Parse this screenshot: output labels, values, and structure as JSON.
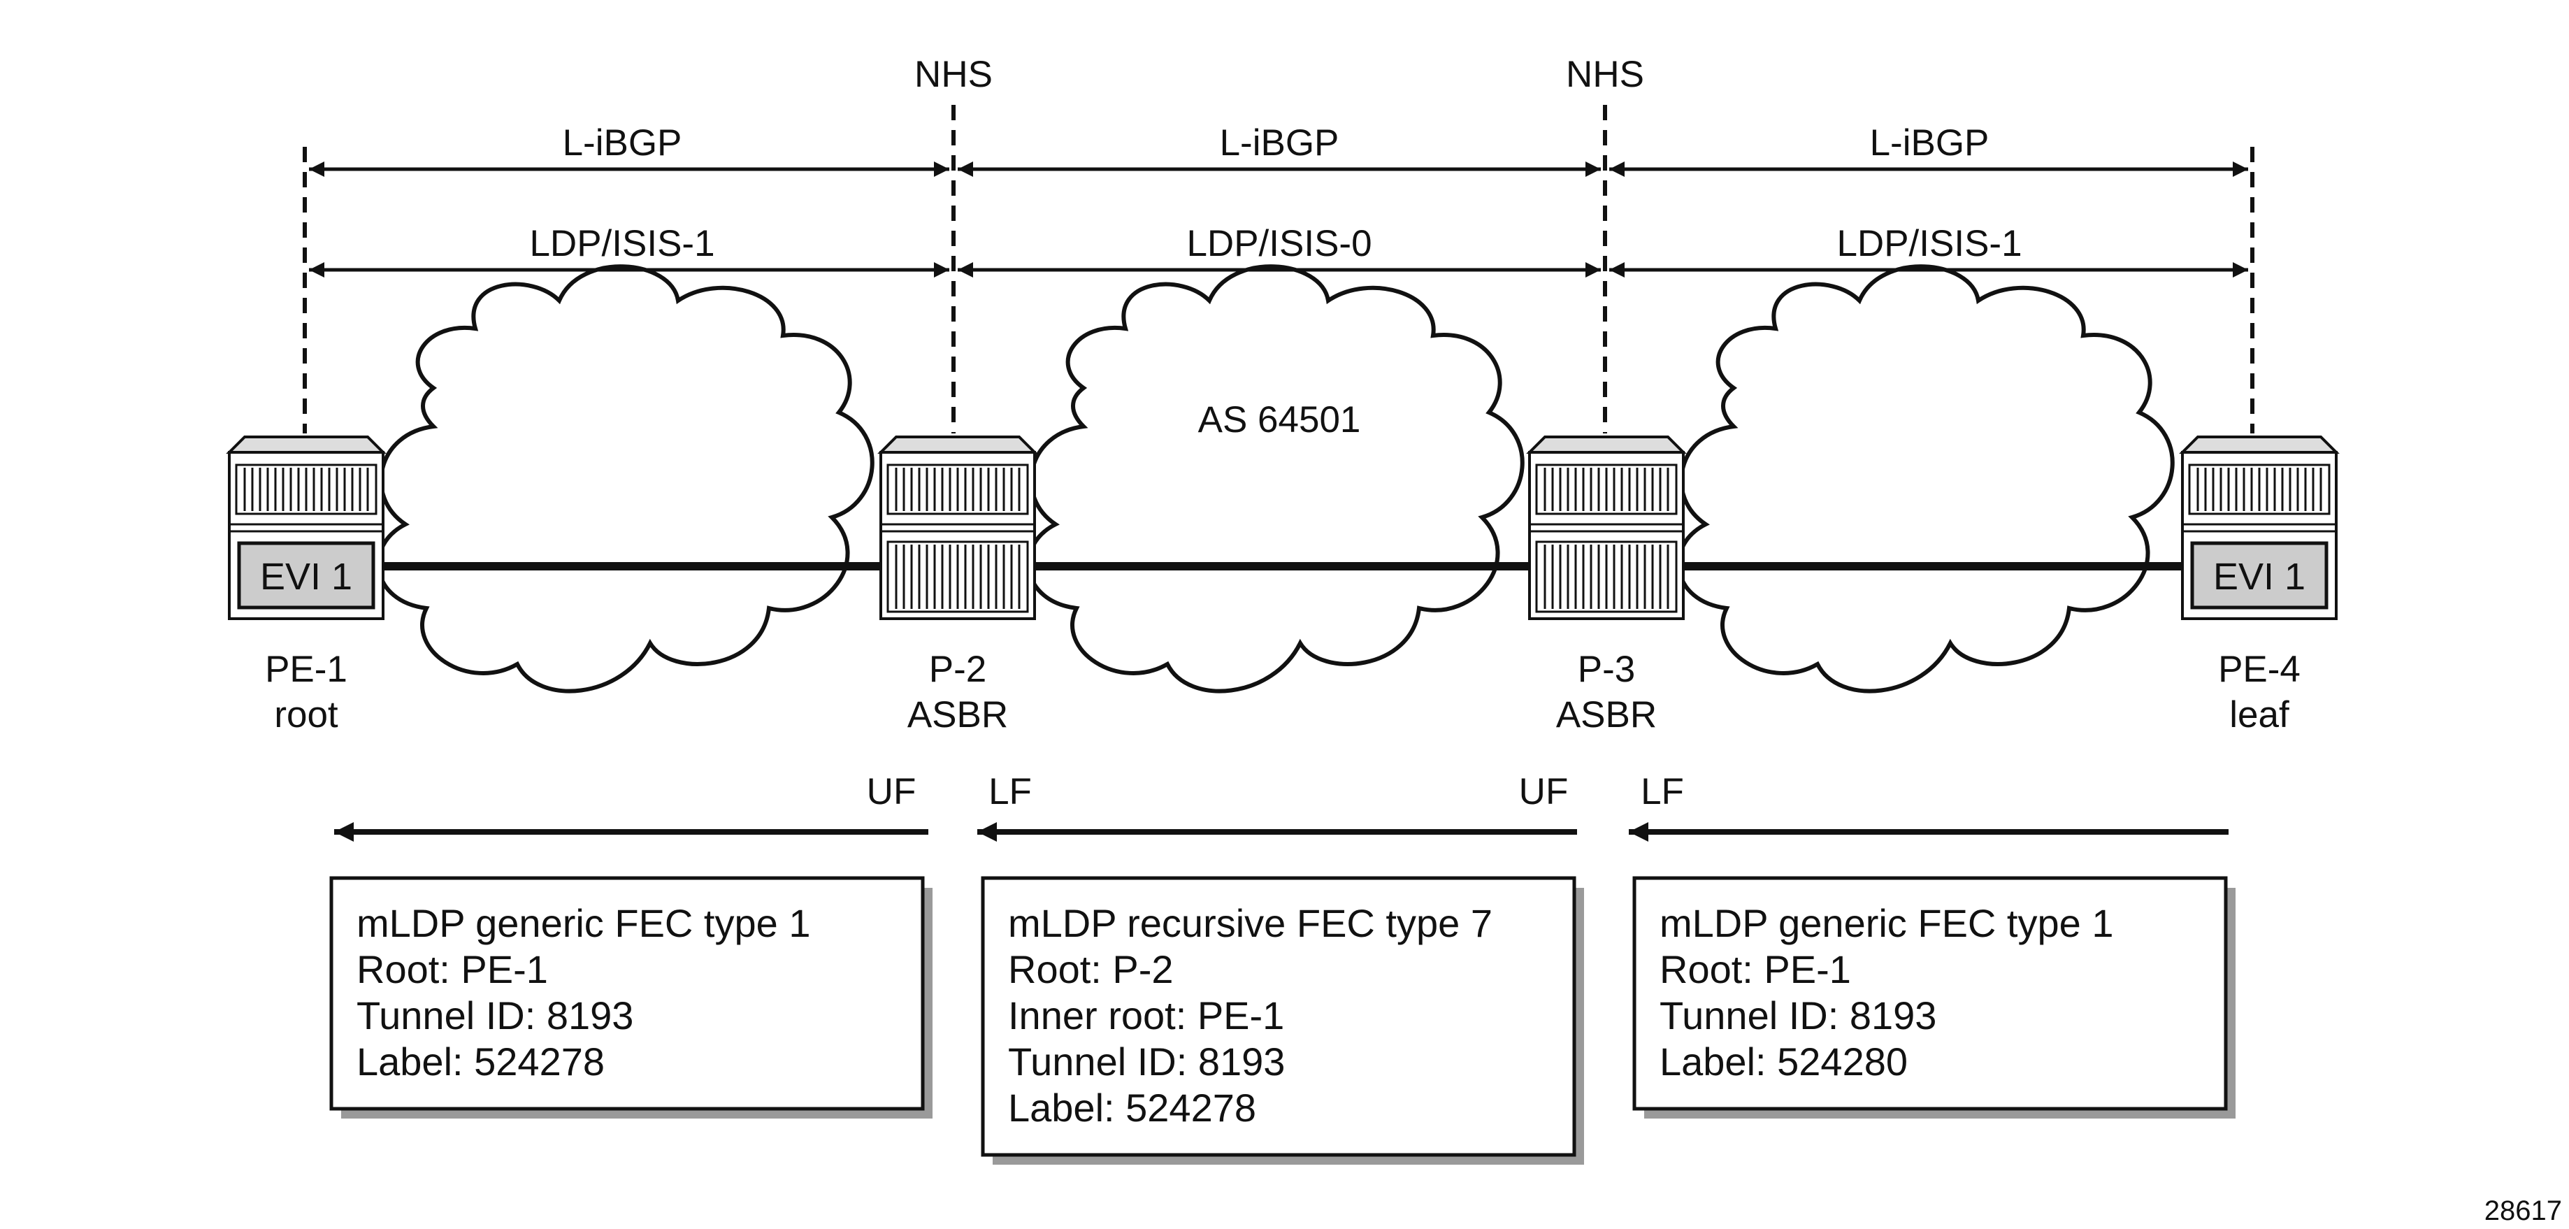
{
  "nhs_labels": [
    "NHS",
    "NHS"
  ],
  "segments": [
    {
      "bgp": "L-iBGP",
      "igp": "LDP/ISIS-1"
    },
    {
      "bgp": "L-iBGP",
      "igp": "LDP/ISIS-0"
    },
    {
      "bgp": "L-iBGP",
      "igp": "LDP/ISIS-1"
    }
  ],
  "as_label": "AS 64501",
  "nodes": [
    {
      "name": "PE-1",
      "role": "root",
      "evi": "EVI 1"
    },
    {
      "name": "P-2",
      "role": "ASBR"
    },
    {
      "name": "P-3",
      "role": "ASBR"
    },
    {
      "name": "PE-4",
      "role": "leaf",
      "evi": "EVI 1"
    }
  ],
  "flow_labels": {
    "p2_upstream": "UF",
    "p2_downstream": "LF",
    "p3_upstream": "UF",
    "p3_downstream": "LF"
  },
  "fec_boxes": [
    {
      "lines": [
        "mLDP generic FEC type 1",
        "Root: PE-1",
        "Tunnel ID: 8193",
        "Label: 524278"
      ]
    },
    {
      "lines": [
        "mLDP recursive FEC type 7",
        "Root: P-2",
        "Inner root: PE-1",
        "Tunnel ID: 8193",
        "Label: 524278"
      ]
    },
    {
      "lines": [
        "mLDP generic FEC type 1",
        "Root: PE-1",
        "Tunnel ID: 8193",
        "Label: 524280"
      ]
    }
  ],
  "figure_id": "28617"
}
